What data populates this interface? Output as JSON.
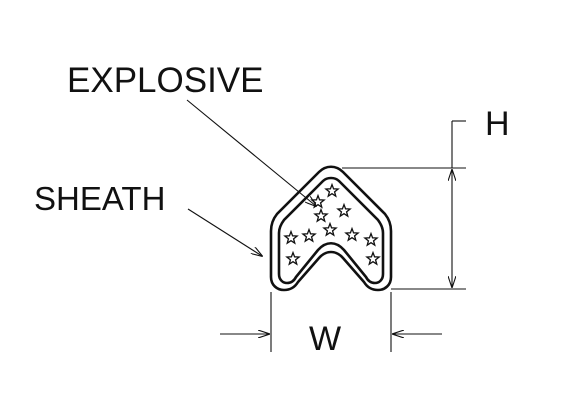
{
  "labels": {
    "explosive": "EXPLOSIVE",
    "sheath": "SHEATH",
    "height": "H",
    "width": "W"
  },
  "colors": {
    "line": "#111111",
    "background": "#ffffff"
  }
}
